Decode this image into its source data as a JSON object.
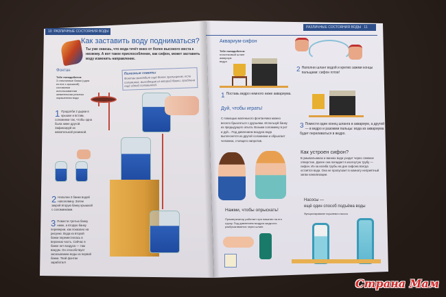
{
  "left_page": {
    "header": {
      "page_number": "10",
      "section": "РАЗЛИЧНЫЕ СОСТОЯНИЯ ВОДЫ"
    },
    "title": "Как заставить воду подниматься?",
    "intro": "Ты уже знаешь, что вода течёт вниз от более высокого места к низкому. А вот такое приспособление, как сифон, может заставить воду изменить направление.",
    "fountain_heading": "Фонтан",
    "materials_heading": "Тебе понадобится:",
    "materials": [
      "3 стеклянные банки (одна из них с крышкой)",
      "соломинки",
      "использованная жевательная резинка",
      "окрашенная вода"
    ],
    "tips_heading": "Полезные советы",
    "tips_text": "Фонтан выглядит ещё более зрелищным, если соломинка, выходящая из второй банки, продлена ещё одной соломинкой.",
    "steps": [
      {
        "num": "1",
        "text": "Продолби 2 дырки в крышке и вставь соломинки так, чтобы одна была ниже другой. Зафиксируй их жевательной резинкой."
      },
      {
        "num": "2",
        "text": "Наполни 2 банки водой наполовину. Затем закрой вторую банку крышкой с соломинками."
      },
      {
        "num": "3",
        "text": "Помести третью банку ниже, а вторую банку переверни, как показано на рисунке. Вода из второй банки переместилась в верхнюю часть. Сейчас в банке нет воздуха — там вакуум. Он способствует засасыванию воды из первой банки. Твой фонтан заработал!"
      }
    ]
  },
  "right_page": {
    "header": {
      "section": "РАЗЛИЧНЫЕ СОСТОЯНИЯ ВОДЫ",
      "page_number": "11"
    },
    "siphon_heading": "Аквариум-сифон",
    "materials_heading": "Тебе понадобится:",
    "materials": [
      "пластиковый шланг",
      "аквариум",
      "ведро"
    ],
    "steps": [
      {
        "num": "1",
        "text": "Поставь ведро немного ниже аквариума."
      },
      {
        "num": "2",
        "text": "Наполни шланг водой и крепко зажми концы пальцами: сифон готов!"
      },
      {
        "num": "3",
        "text": "Помести один конец шланга в аквариум, а другой — в ведро и разожми пальцы: вода из аквариума будет переливаться в ведро."
      }
    ],
    "blow_heading": "Дуй, чтобы играть!",
    "blow_text": "С помощью маленького фонтанчика можно весело брызгаться с друзьями. Используй банку из предыдущего опыта. Возьми соломинку в рот и дуй... Под давлением воздуха вода выплеснется из другой соломинки и обрызгает человека, стоящего напротив.",
    "how_heading": "Как устроен сифон?",
    "how_text": "В умывальниках и ваннах вода уходит через сливное отверстие. Далее она попадает в изогнутую трубу — сифон. Из-за изгиба трубы на дне сифона всегда остаётся вода. Она не пропускает в комнату неприятный запах канализации.",
    "spray_heading": "Нажми, чтобы опрыскать!",
    "spray_text": "Пульверизатор работает при нажатии на его грушу. Под давлением воздуха жидкость разбрызгивается через шланг.",
    "pumps_heading_1": "Насосы —",
    "pumps_heading_2": "ещё один способ подъёма воды",
    "pump_caption": "Функционирование поршневого насоса"
  },
  "watermark": "Страна Мам"
}
